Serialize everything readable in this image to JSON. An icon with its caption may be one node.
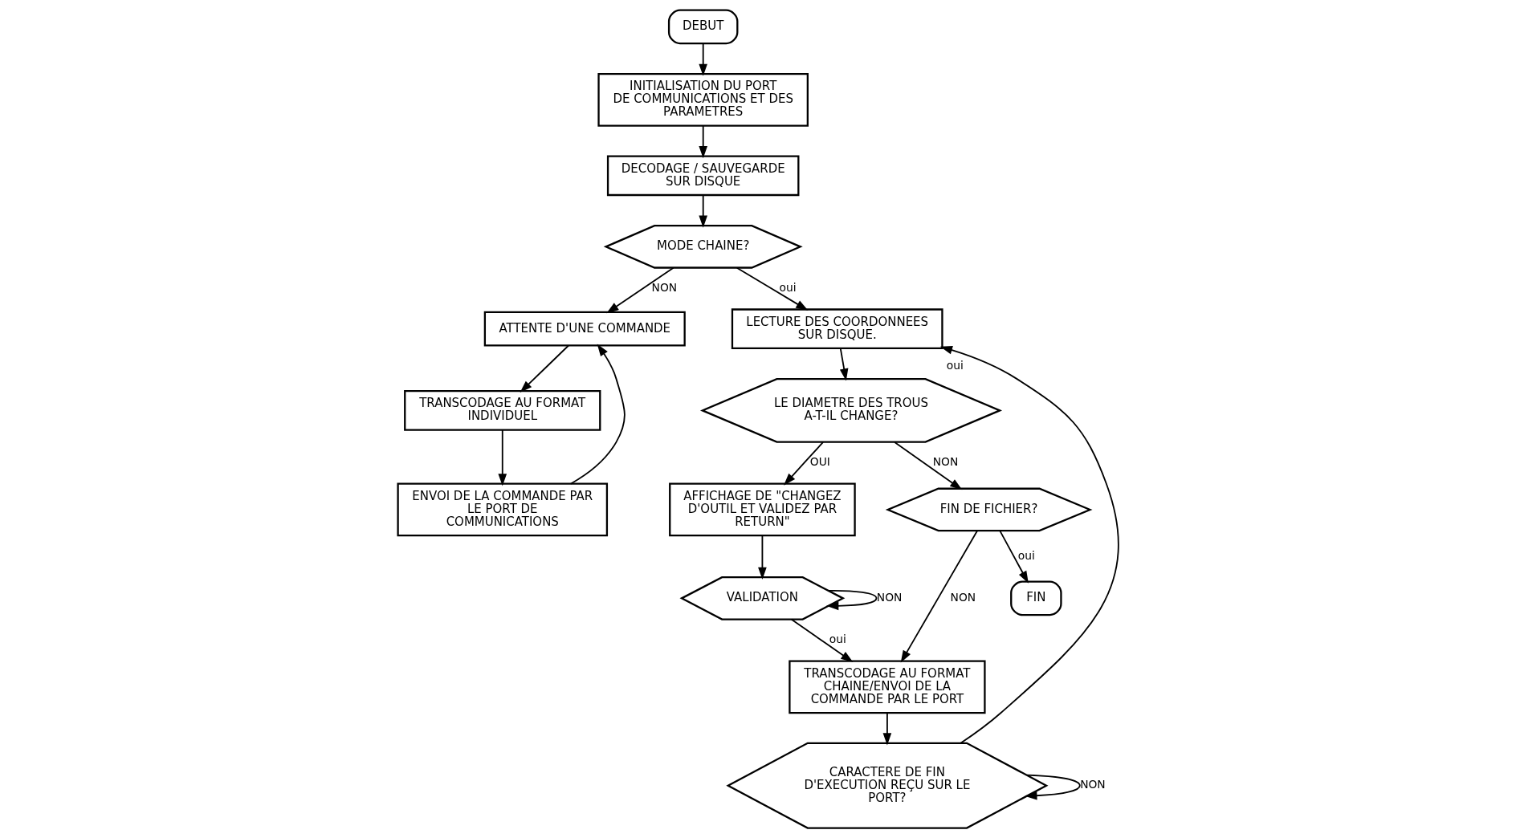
{
  "diagram": {
    "nodes": [
      {
        "text": [
          "DEBUT"
        ]
      },
      {
        "text": [
          "INITIALISATION DU PORT DE COMMUNICATIONS ET DES PARAMETRES"
        ]
      },
      {
        "text": [
          "DECODAGE / SAUVEGARDE SUR DISQUE"
        ]
      },
      {
        "text": [
          "MODE CHAINE?"
        ]
      },
      {
        "text": [
          "ATTENTE D'UNE COMMANDE"
        ]
      },
      {
        "text": [
          "TRANSCODAGE AU FORMAT INDIVIDUEL"
        ]
      },
      {
        "text": [
          "ENVOI DE LA COMMANDE PAR LE PORT DE COMMUNICATIONS"
        ]
      },
      {
        "text": [
          "LECTURE DES COORDONNEES SUR DISQUE."
        ]
      },
      {
        "text": [
          "LE DIAMETRE DES TROUS A-T-IL CHANGE?"
        ]
      },
      {
        "text": [
          "AFFICHAGE DE \"CHANGEZ D'OUTIL ET VALIDEZ PAR RETURN\""
        ]
      },
      {
        "text": [
          "VALIDATION"
        ]
      },
      {
        "text": [
          "FIN DE FICHIER?"
        ]
      },
      {
        "text": [
          "TRANSCODAGE AU FORMAT CHAINE/ENVOI DE LA COMMANDE PAR LE PORT"
        ]
      },
      {
        "text": [
          "CARACTERE DE FIN D'EXECUTION REÇU SUR LE PORT?"
        ]
      },
      {
        "text": [
          "FIN"
        ]
      }
    ],
    "edges": [
      {
        "from": 0,
        "to": 1,
        "arrow": "to"
      },
      {
        "from": 1,
        "to": 2,
        "arrow": "to"
      },
      {
        "from": 2,
        "to": 3,
        "arrow": "to"
      },
      {
        "from": 3,
        "to": 4,
        "arrow": "to",
        "label": "NON"
      },
      {
        "from": 3,
        "to": 7,
        "arrow": "to",
        "label": "oui"
      },
      {
        "from": 4,
        "to": 5,
        "arrow": "to"
      },
      {
        "from": 5,
        "to": 6,
        "arrow": "to"
      },
      {
        "from": 6,
        "to": 4,
        "arrow": "to"
      },
      {
        "from": 7,
        "to": 8,
        "arrow": "to"
      },
      {
        "from": 8,
        "to": 9,
        "arrow": "to",
        "label": "OUI"
      },
      {
        "from": 8,
        "to": 11,
        "arrow": "to",
        "label": "NON"
      },
      {
        "from": 9,
        "to": 10,
        "arrow": "to"
      },
      {
        "from": 10,
        "to": 10,
        "arrow": "to",
        "label": "NON"
      },
      {
        "from": 10,
        "to": 12,
        "arrow": "to",
        "label": "oui"
      },
      {
        "from": 11,
        "to": 14,
        "arrow": "to",
        "label": "oui"
      },
      {
        "from": 11,
        "to": 12,
        "arrow": "to",
        "label": "NON"
      },
      {
        "from": 12,
        "to": 13,
        "arrow": "to"
      },
      {
        "from": 13,
        "to": 13,
        "arrow": "to",
        "label": "NON"
      },
      {
        "from": 13,
        "to": 7,
        "arrow": "to",
        "label": "oui"
      }
    ]
  }
}
